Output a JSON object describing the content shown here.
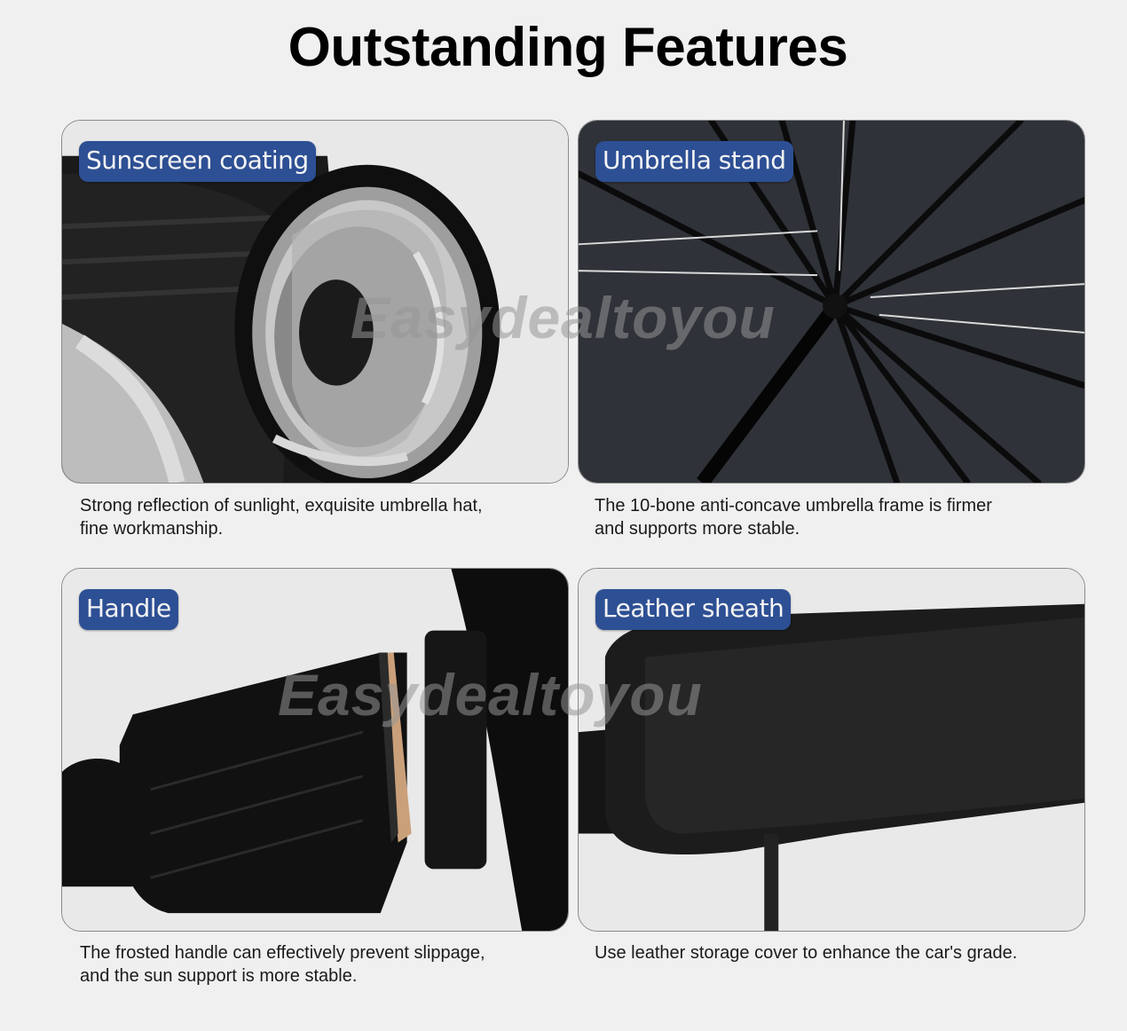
{
  "header": {
    "title": "Outstanding Features"
  },
  "features": [
    {
      "badge": "Sunscreen coating",
      "description_line1": "Strong reflection of sunlight, exquisite umbrella hat,",
      "description_line2": "fine workmanship.",
      "image": "folded-umbrella-silver-coating"
    },
    {
      "badge": "Umbrella stand",
      "description_line1": "The 10-bone anti-concave umbrella frame is firmer",
      "description_line2": "and supports more stable.",
      "image": "umbrella-frame-ribs"
    },
    {
      "badge": "Handle",
      "description_line1": "The frosted handle can effectively prevent slippage,",
      "description_line2": "and the sun support is more stable.",
      "image": "umbrella-handle"
    },
    {
      "badge": "Leather sheath",
      "description_line1": "Use leather storage cover to enhance the car's grade.",
      "description_line2": "",
      "image": "leather-sheath"
    }
  ],
  "watermark": {
    "text": "Easydealtoyou"
  },
  "colors": {
    "badge_bg": "#2d4f94",
    "badge_text": "#f4f4f4",
    "page_bg": "#f1f0f0",
    "panel_border": "#8a8a8a"
  }
}
